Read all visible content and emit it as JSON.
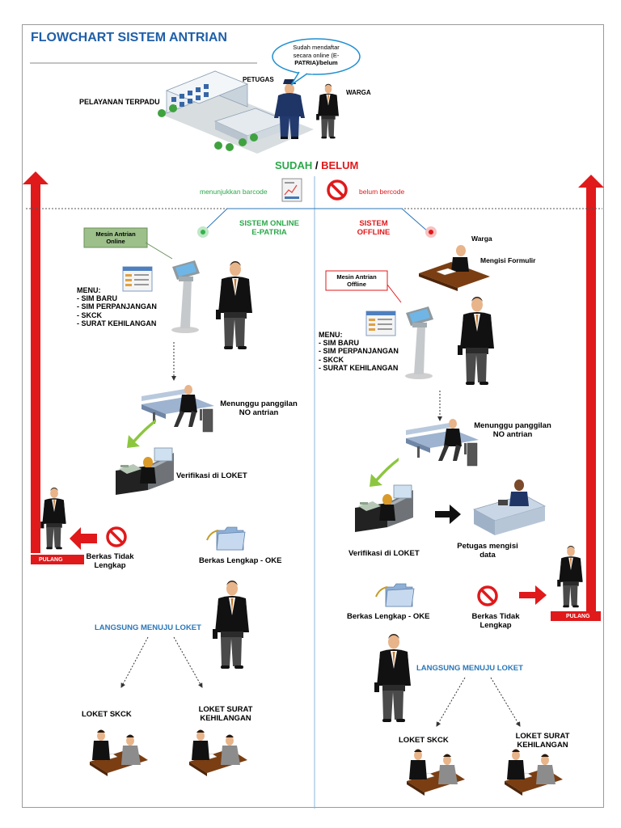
{
  "title": "FLOWCHART SISTEM ANTRIAN",
  "header": {
    "pelayanan": "PELAYANAN TERPADU",
    "petugas": "PETUGAS",
    "warga": "WARGA",
    "bubble": [
      "Sudah mendaftar",
      "secara online (E-",
      "PATRIA)/belum"
    ]
  },
  "decision": {
    "sudah": "SUDAH",
    "slash": " / ",
    "belum": "BELUM",
    "barcode_yes": "menunjukkan barcode",
    "barcode_no": "belum bercode"
  },
  "online": {
    "title": [
      "SISTEM ONLINE",
      "E-PATRIA"
    ],
    "machine_label": [
      "Mesin Antrian",
      "Online"
    ],
    "menu": [
      "MENU:",
      "- SIM BARU",
      "- SIM PERPANJANGAN",
      "- SKCK",
      "- SURAT KEHILANGAN"
    ],
    "waiting": [
      "Menunggu panggilan",
      "NO antrian"
    ],
    "verify": "Verifikasi di LOKET",
    "incomplete": [
      "Berkas Tidak",
      "Lengkap"
    ],
    "complete": "Berkas Lengkap - OKE",
    "go": "LANGSUNG MENUJU LOKET",
    "loket_skck": "LOKET SKCK",
    "loket_surat": [
      "LOKET SURAT",
      "KEHILANGAN"
    ],
    "pulang": "PULANG"
  },
  "offline": {
    "title": [
      "SISTEM",
      "OFFLINE"
    ],
    "warga": "Warga",
    "form": "Mengisi Formulir",
    "machine_label": [
      "Mesin Antrian",
      "Offline"
    ],
    "menu": [
      "MENU:",
      "- SIM BARU",
      "- SIM PERPANJANGAN",
      "- SKCK",
      "- SURAT KEHILANGAN"
    ],
    "waiting": [
      "Menunggu panggilan",
      "NO antrian"
    ],
    "verify": "Verifikasi di LOKET",
    "officer_fill": [
      "Petugas mengisi",
      "data"
    ],
    "complete": "Berkas Lengkap - OKE",
    "incomplete": [
      "Berkas Tidak",
      "Lengkap"
    ],
    "go": "LANGSUNG MENUJU LOKET",
    "loket_skck": "LOKET SKCK",
    "loket_surat": [
      "LOKET SURAT",
      "KEHILANGAN"
    ],
    "pulang": "PULANG"
  },
  "colors": {
    "title_blue": "#1f5fa8",
    "online_green": "#2aa84a",
    "offline_red": "#e0191b",
    "arrow_red": "#e0191b",
    "section_blue": "#2a77b8"
  },
  "icons": {
    "building": "building-icon",
    "person": "person-icon",
    "kiosk": "kiosk-icon",
    "no_entry": "no-entry-icon",
    "folder": "folder-icon",
    "barcode": "barcode-icon"
  }
}
